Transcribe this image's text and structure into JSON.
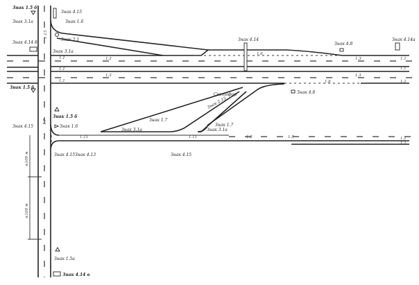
{
  "signs": {
    "s158_top": "Знак 1.5 б",
    "s31a_top": "Знак 3.1а",
    "s414b_left": "Знак 4.14 б",
    "s415_top": "Знак 4.15",
    "s16_top": "Знак 1.6",
    "s21": "Знак 2.1",
    "s31a_mid": "Знак 3.1а",
    "s414": "Знак 4.14",
    "s48_top": "Знак 4.8",
    "s414a": "Знак 4.14а",
    "s158_left": "Знак 1.5 б",
    "s48_mid": "Знак 4.8",
    "s158_mid": "Знак 1.5 б",
    "s16_mid": "Знак 1.6",
    "s415_left": "Знак 4.15",
    "s17_a": "Знак 1.7",
    "s31a_low": "Знак 3.1а",
    "s215": "Знак 2.15",
    "s17_b": "Знак 1.7",
    "s31a_b": "Знак 3.1а",
    "s415_low1": "Знак 4.15",
    "s415_low2": "Знак 4.13",
    "s415_low3": "Знак 4.15",
    "s15a": "Знак 1.5а",
    "s414v": "Знак 4.14 в",
    "svetofor": "Светофор"
  },
  "markings": {
    "m11": "1.1",
    "m13": "1.3",
    "m15": "1.5",
    "m16": "1.6",
    "m111": "1.11",
    "m17": "1.7",
    "m13v": "1.13",
    "dist1": "≥100 м",
    "dist2": "≥100 м"
  }
}
